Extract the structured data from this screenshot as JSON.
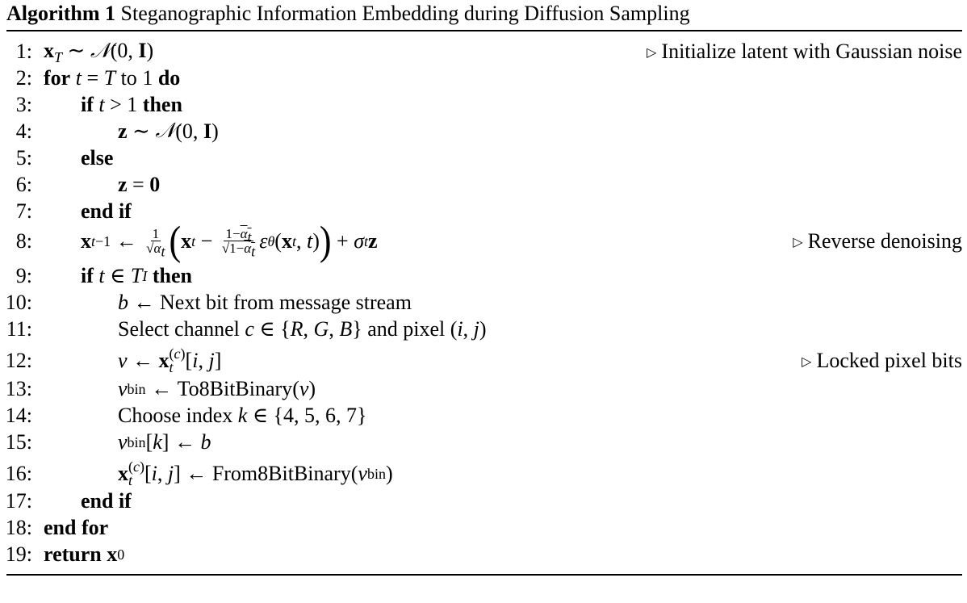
{
  "caption": {
    "label": "Algorithm 1",
    "title": "Steganographic Information Embedding during Diffusion Sampling"
  },
  "lines": [
    {
      "n": "1:",
      "comment": "Initialize latent with Gaussian noise"
    },
    {
      "n": "2:"
    },
    {
      "n": "3:"
    },
    {
      "n": "4:"
    },
    {
      "n": "5:"
    },
    {
      "n": "6:"
    },
    {
      "n": "7:"
    },
    {
      "n": "8:",
      "comment": "Reverse denoising"
    },
    {
      "n": "9:"
    },
    {
      "n": "10:",
      "text": "Next bit from message stream"
    },
    {
      "n": "11:",
      "text1": "Select channel",
      "text2": "and pixel"
    },
    {
      "n": "12:",
      "comment": "Locked pixel bits"
    },
    {
      "n": "13:",
      "fn": "To8BitBinary"
    },
    {
      "n": "14:",
      "text": "Choose index"
    },
    {
      "n": "15:"
    },
    {
      "n": "16:",
      "fn": "From8BitBinary"
    },
    {
      "n": "17:"
    },
    {
      "n": "18:"
    },
    {
      "n": "19:"
    }
  ],
  "keywords": {
    "for": "for",
    "to": "to",
    "do": "do",
    "if": "if",
    "then": "then",
    "else": "else",
    "end_if": "end if",
    "end_for": "end for",
    "return": "return"
  }
}
